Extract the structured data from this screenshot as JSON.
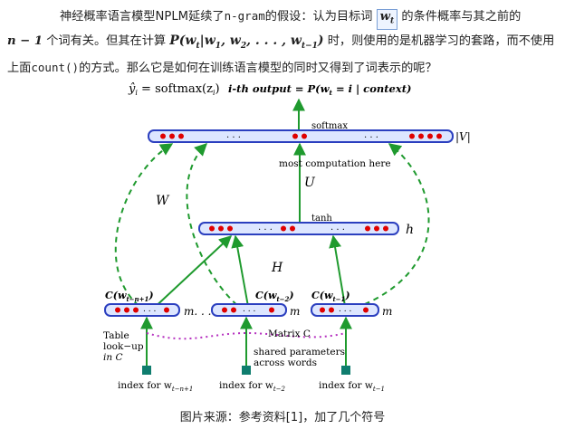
{
  "paragraph": {
    "p1": "神经概率语言模型NPLM延续了",
    "code1": "n-gram",
    "p2": "的假设：认为目标词 ",
    "target_word": "w",
    "target_sub": "t",
    "p3": " 的条件概率与其之前的",
    "math1": "n − 1",
    "p4": " 个词有关。但其在计算 ",
    "math2": "P(w",
    "math2_sub": "t",
    "math2_rest": "|w",
    "math2_sub1": "1",
    "math2_mid": ", w",
    "math2_sub2": "2",
    "math2_dots": ", . . . , w",
    "math2_sub3": "t−1",
    "math2_end": ")",
    "p5": " 时，则使用的是机器学习的套路，而不使用上面",
    "code2": "count()",
    "p6": "的方式。那么它是如何在训练语言模型的同时又得到了词表示的呢？"
  },
  "figure": {
    "top_formula": "ŷ",
    "top_formula_sub": "i",
    "top_formula_rest": " = softmax(z",
    "top_formula_sub2": "i",
    "top_formula_end": ")",
    "output_label": "i-th output = P(w",
    "output_label_sub": "t",
    "output_label_end": " = i | context)",
    "softmax_label": "softmax",
    "V_label": "|V|",
    "most_computation_label": "most  computation here",
    "U_label": "U",
    "W_label": "W",
    "tanh_label": "tanh",
    "h_label": "h",
    "H_label": "H",
    "C1_label": "C(w",
    "C1_sub": "t−n+1",
    "C1_end": ")",
    "C2_label": "C(w",
    "C2_sub": "t−2",
    "C2_end": ")",
    "C3_label": "C(w",
    "C3_sub": "t−1",
    "C3_end": ")",
    "m_label": "m",
    "m_dots_label": "m. . .",
    "table_lookup_line1": "Table",
    "table_lookup_line2": "look−up",
    "table_lookup_line3": "in C",
    "matrix_label": "Matrix C",
    "shared_line1": "shared parameters",
    "shared_line2": "across words",
    "index1_label": "index for w",
    "index1_sub": "t−n+1",
    "index2_label": "index for w",
    "index2_sub": "t−2",
    "index3_label": "index for w",
    "index3_sub": "t−1",
    "dots": ". . .",
    "colors": {
      "layer_outline": "#2b3fbf",
      "layer_fill": "#dde6ff",
      "neuron": "#e00000",
      "arrow_green": "#1f9a2e",
      "dashed_green": "#1f9a2e",
      "matrix_dotted": "#b52fbf",
      "index_box": "#0f7d6e"
    }
  },
  "caption": "图片来源：参考资料[1]，加了几个符号"
}
